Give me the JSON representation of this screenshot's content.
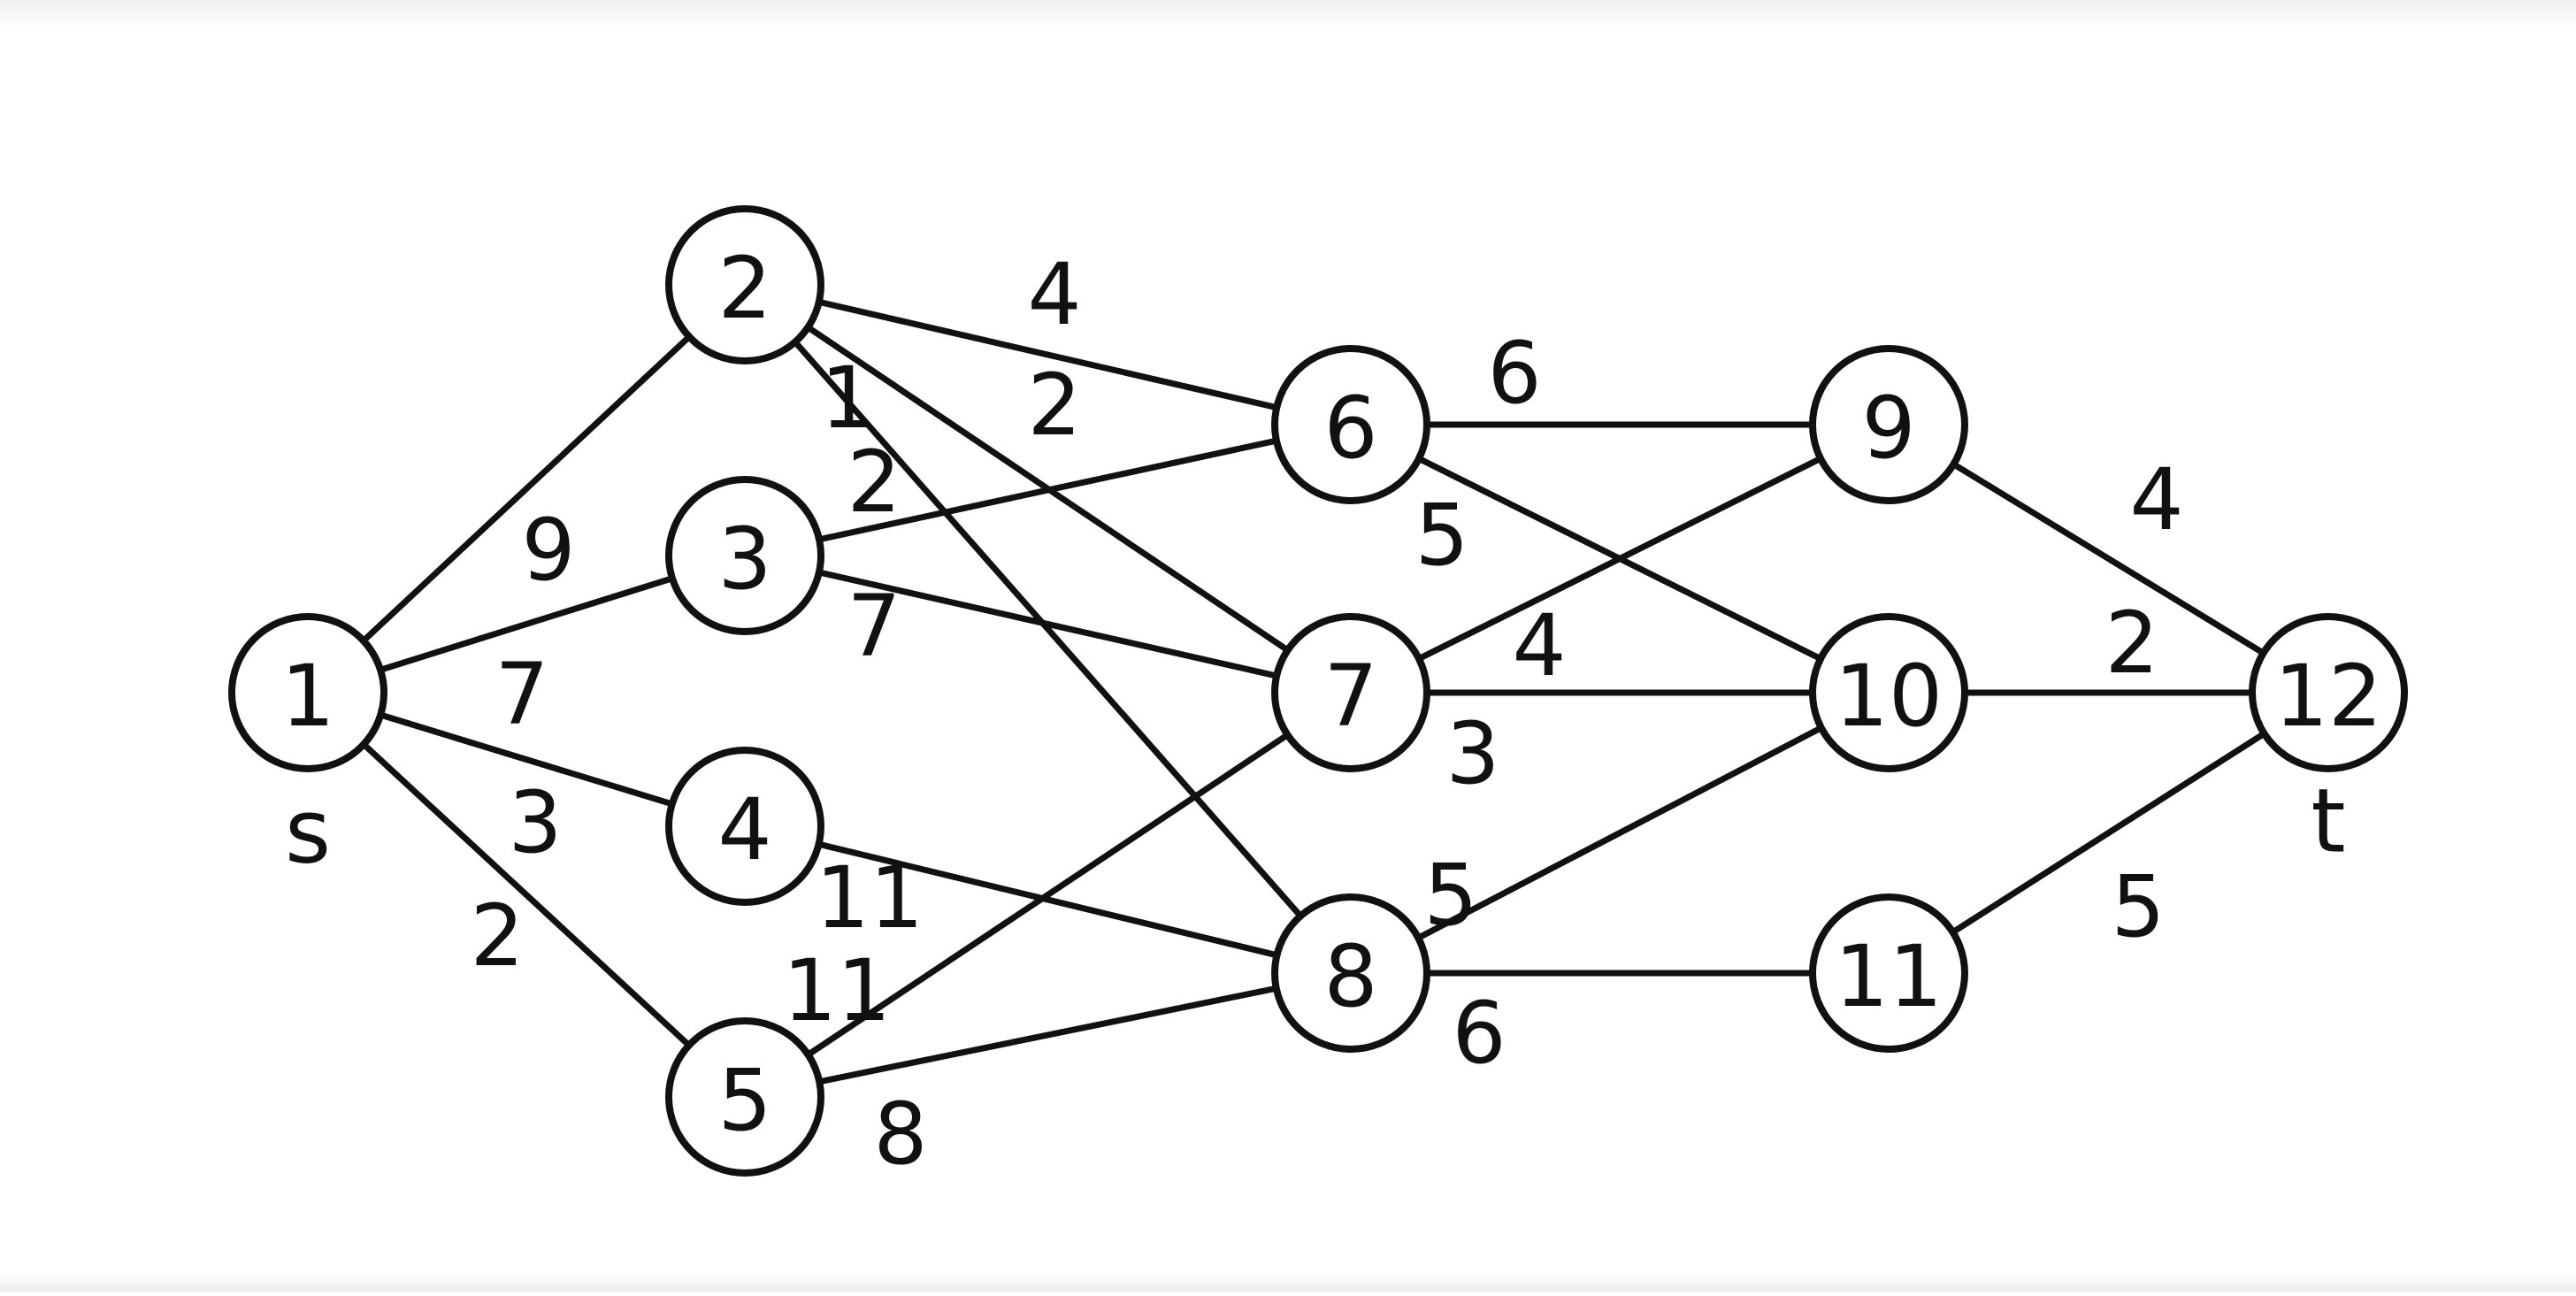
{
  "graph": {
    "nodes": [
      {
        "id": "1",
        "label": "1"
      },
      {
        "id": "2",
        "label": "2"
      },
      {
        "id": "3",
        "label": "3"
      },
      {
        "id": "4",
        "label": "4"
      },
      {
        "id": "5",
        "label": "5"
      },
      {
        "id": "6",
        "label": "6"
      },
      {
        "id": "7",
        "label": "7"
      },
      {
        "id": "8",
        "label": "8"
      },
      {
        "id": "9",
        "label": "9"
      },
      {
        "id": "10",
        "label": "10"
      },
      {
        "id": "11",
        "label": "11"
      },
      {
        "id": "12",
        "label": "12"
      }
    ],
    "edges": [
      {
        "from": "1",
        "to": "2",
        "weight": "9"
      },
      {
        "from": "1",
        "to": "3",
        "weight": "7"
      },
      {
        "from": "1",
        "to": "4",
        "weight": "3"
      },
      {
        "from": "1",
        "to": "5",
        "weight": "2"
      },
      {
        "from": "2",
        "to": "6",
        "weight": "4"
      },
      {
        "from": "2",
        "to": "7",
        "weight": "2"
      },
      {
        "from": "2",
        "to": "8",
        "weight": "1"
      },
      {
        "from": "3",
        "to": "6",
        "weight": "2"
      },
      {
        "from": "3",
        "to": "7",
        "weight": "7"
      },
      {
        "from": "4",
        "to": "8",
        "weight": "11"
      },
      {
        "from": "5",
        "to": "7",
        "weight": "11"
      },
      {
        "from": "5",
        "to": "8",
        "weight": "8"
      },
      {
        "from": "6",
        "to": "9",
        "weight": "6"
      },
      {
        "from": "6",
        "to": "10",
        "weight": "5"
      },
      {
        "from": "7",
        "to": "9",
        "weight": "4"
      },
      {
        "from": "7",
        "to": "10",
        "weight": "3"
      },
      {
        "from": "8",
        "to": "10",
        "weight": "5"
      },
      {
        "from": "8",
        "to": "11",
        "weight": "6"
      },
      {
        "from": "9",
        "to": "12",
        "weight": "4"
      },
      {
        "from": "10",
        "to": "12",
        "weight": "2"
      },
      {
        "from": "11",
        "to": "12",
        "weight": "5"
      }
    ],
    "source_label": "s",
    "sink_label": "t"
  }
}
